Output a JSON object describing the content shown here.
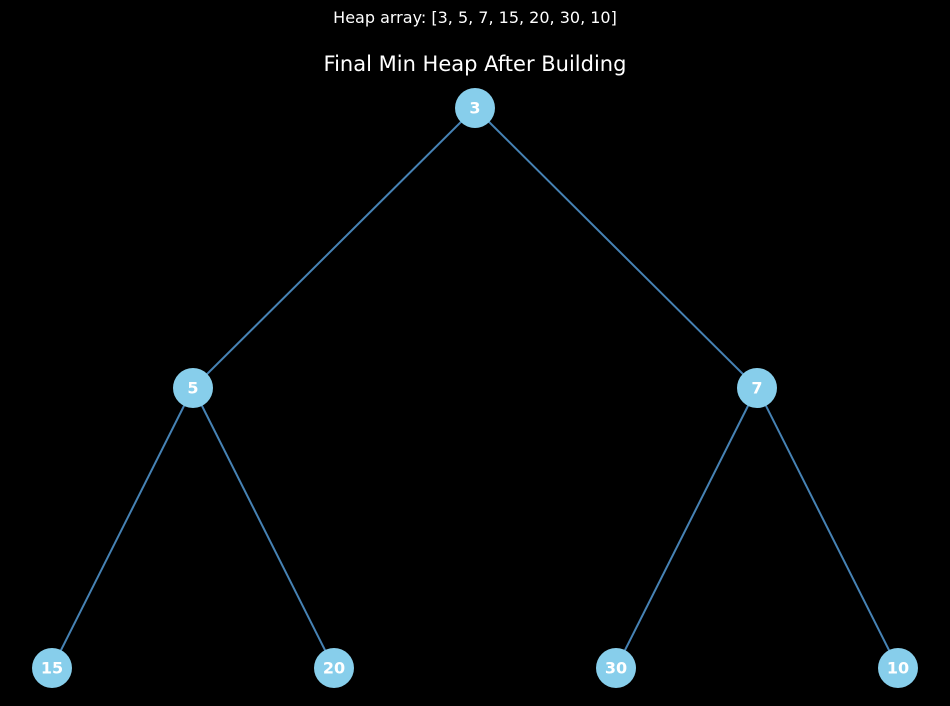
{
  "caption": "Heap array: [3, 5, 7, 15, 20, 30, 10]",
  "title": "Final Min Heap After Building",
  "colors": {
    "background": "#000000",
    "node_fill": "#87ceeb",
    "edge": "#4682b4",
    "text": "#ffffff"
  },
  "heap": [
    3,
    5,
    7,
    15,
    20,
    30,
    10
  ],
  "nodes": [
    {
      "id": "n0",
      "label": "3"
    },
    {
      "id": "n1",
      "label": "5"
    },
    {
      "id": "n2",
      "label": "7"
    },
    {
      "id": "n3",
      "label": "15"
    },
    {
      "id": "n4",
      "label": "20"
    },
    {
      "id": "n5",
      "label": "30"
    },
    {
      "id": "n6",
      "label": "10"
    }
  ],
  "edges": [
    [
      "n0",
      "n1"
    ],
    [
      "n0",
      "n2"
    ],
    [
      "n1",
      "n3"
    ],
    [
      "n1",
      "n4"
    ],
    [
      "n2",
      "n5"
    ],
    [
      "n2",
      "n6"
    ]
  ]
}
